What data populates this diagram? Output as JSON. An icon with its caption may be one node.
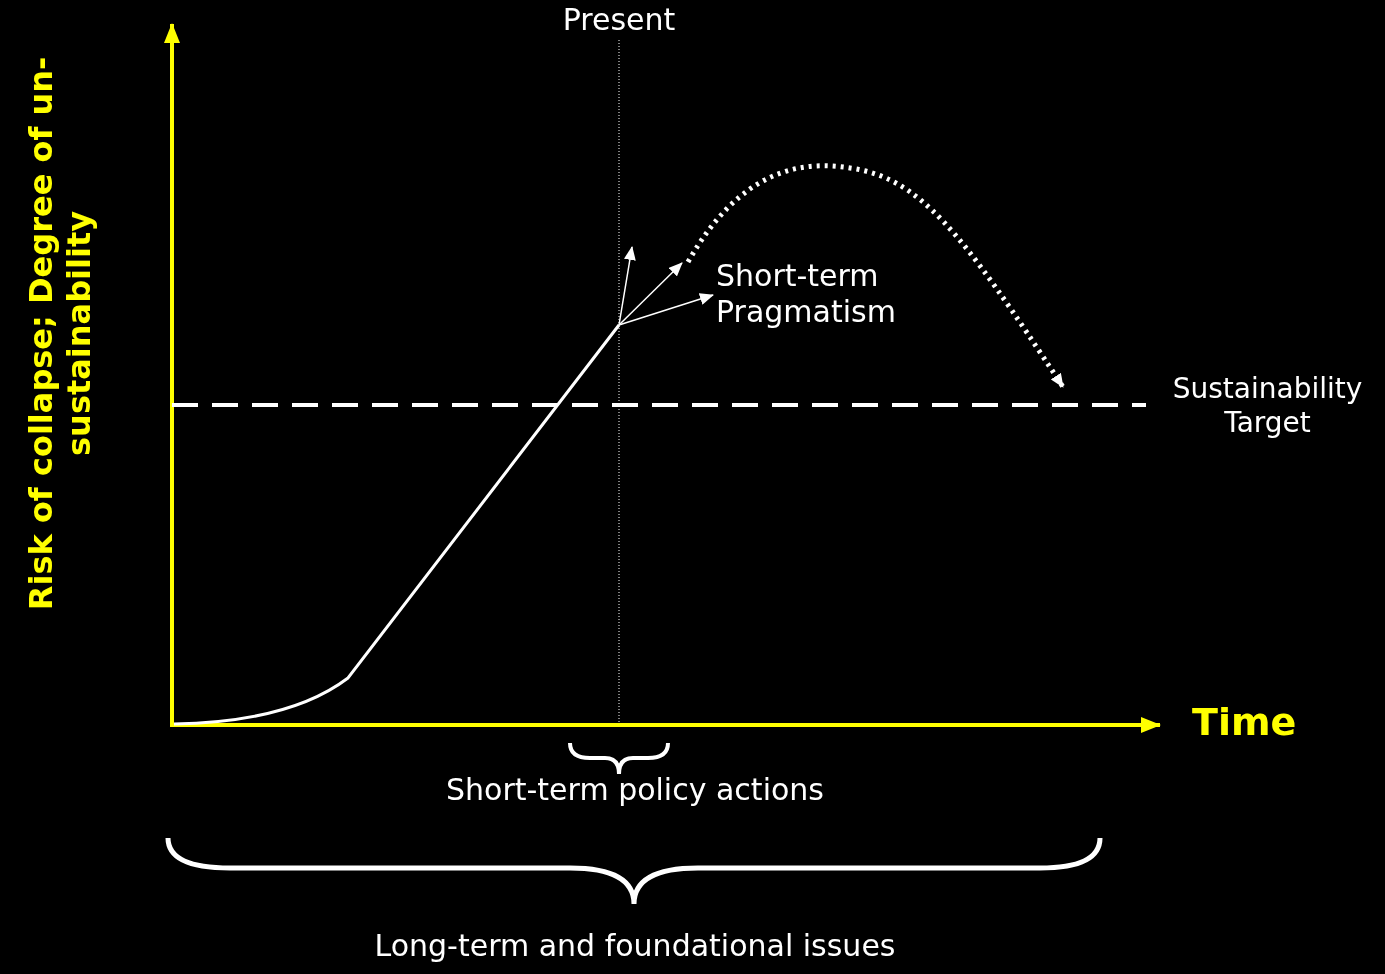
{
  "diagram": {
    "labels": [
      "Risk of collapse; Degree of un-sustainability",
      "Present",
      "Short-term Pragmatism",
      "Sustainability Target",
      "Time",
      "Short-term policy actions",
      "Long-term and foundational issues"
    ]
  }
}
